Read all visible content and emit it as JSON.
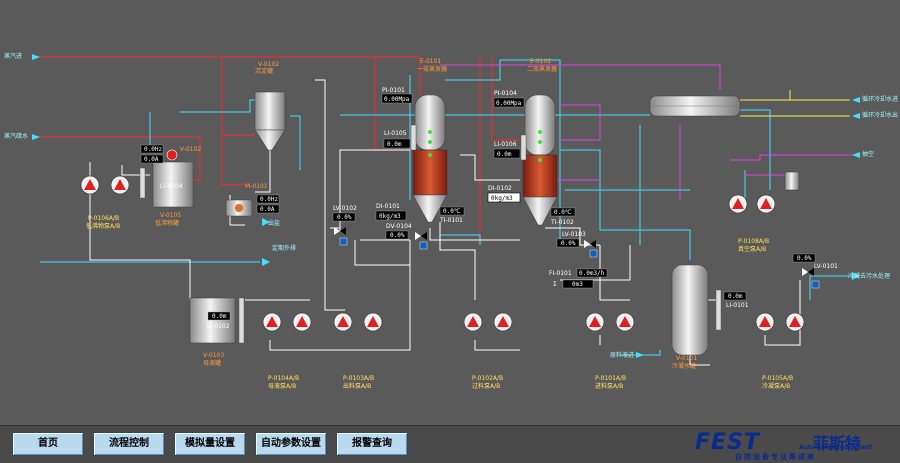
{
  "inlets": {
    "steam": "蒸汽进",
    "steam_drain": "蒸汽疏水",
    "regen_out": "定期外排",
    "cooling_water_in": "循环冷却水进",
    "cooling_water_out": "循环冷却水出",
    "vacuum": "抽空",
    "condensate_treat": "冷凝去污水处理",
    "feed_in": "原料液进",
    "salt_out": "出盐"
  },
  "equipment": {
    "v0102": "V-0102",
    "v0102_name": "沉淀罐",
    "e0101": "E-0101",
    "e0101_name": "一效蒸发器",
    "e0102": "E-0102",
    "e0102_name": "二效蒸发器",
    "v0105": "V-0105",
    "v0105_name": "低沸物罐",
    "v0103": "V-0103",
    "v0103_name": "母液罐",
    "v0101": "V-0101",
    "v0101_name": "冷凝水罐",
    "m0101": "M-0101"
  },
  "pumps": {
    "p0106": "P-0106A/B",
    "p0106_name": "低沸物泵A/B",
    "p0104": "P-0104A/B",
    "p0104_name": "母液泵A/B",
    "p0103": "P-0103A/B",
    "p0103_name": "出料泵A/B",
    "p0102": "P-0102A/B",
    "p0102_name": "过料泵A/B",
    "p0101": "P-0101A/B",
    "p0101_name": "进料泵A/B",
    "p0105": "P-0105A/B",
    "p0105_name": "冷凝泵A/B",
    "p0108": "P-0108A/B",
    "p0108_name": "真空泵A/B"
  },
  "instruments": {
    "pi0101_tag": "PI-0101",
    "pi0101_val": "0.00Mpa",
    "pi0104_tag": "PI-0104",
    "pi0104_val": "0.00Mpa",
    "li0105_tag": "LI-0105",
    "li0105_val": "0.0m",
    "li0106_tag": "LI-0106",
    "li0106_val": "0.0m",
    "li0104_tag": "LI-0104",
    "li0104_val1": "0.0Hz",
    "li0104_val2": "0.0A",
    "v0102_val1": "0.0Hz",
    "v0102_val2": "0.0A",
    "lv0102_tag": "LV-0102",
    "lv0102_val": "0.0%",
    "di0101_tag": "DI-0101",
    "di0101_val": "0kg/m3",
    "ti0101_tag": "TI-0101",
    "ti0101_val": "0.0℃",
    "dv0104_tag": "DV-0104",
    "dv0104_val": "0.0%",
    "di0102_tag": "DI-0102",
    "di0102_val": "0kg/m3",
    "ti0102_tag": "TI-0102",
    "ti0102_val": "0.0℃",
    "lv0103_tag": "LV-0103",
    "lv0103_val": "0.0%",
    "fi0101_tag": "FI-0101",
    "fi0101_val": "0.0m3/h",
    "fi0101_sum": "0m3",
    "sum_sym": "Σ",
    "lv0101_tag": "LV-0101",
    "lv0101_val": "0.0%",
    "li0102_tag": "LI-0102",
    "li0102_val": "0.0m",
    "li0101_tag": "LI-0101",
    "li0101_val": "0.0m"
  },
  "nav": {
    "home": "首页",
    "process": "流程控制",
    "analog": "模拟量设置",
    "auto_param": "自动参数设置",
    "alarm": "报警查询"
  },
  "logo": {
    "mark": "FEST",
    "cn": "菲斯特",
    "en": "Automatic Equipment",
    "tag": "自控设备专业集成商"
  },
  "colors": {
    "background": "#5a5a5a",
    "steam_pipe": "#e03030",
    "water_pipe": "#40e0ff",
    "vacuum_pipe": "#e040e0",
    "cooling_pipe": "#f0f050",
    "process_pipe": "#ffffff",
    "pump_red": "#e02020",
    "logo_blue": "#0c2b8f"
  }
}
